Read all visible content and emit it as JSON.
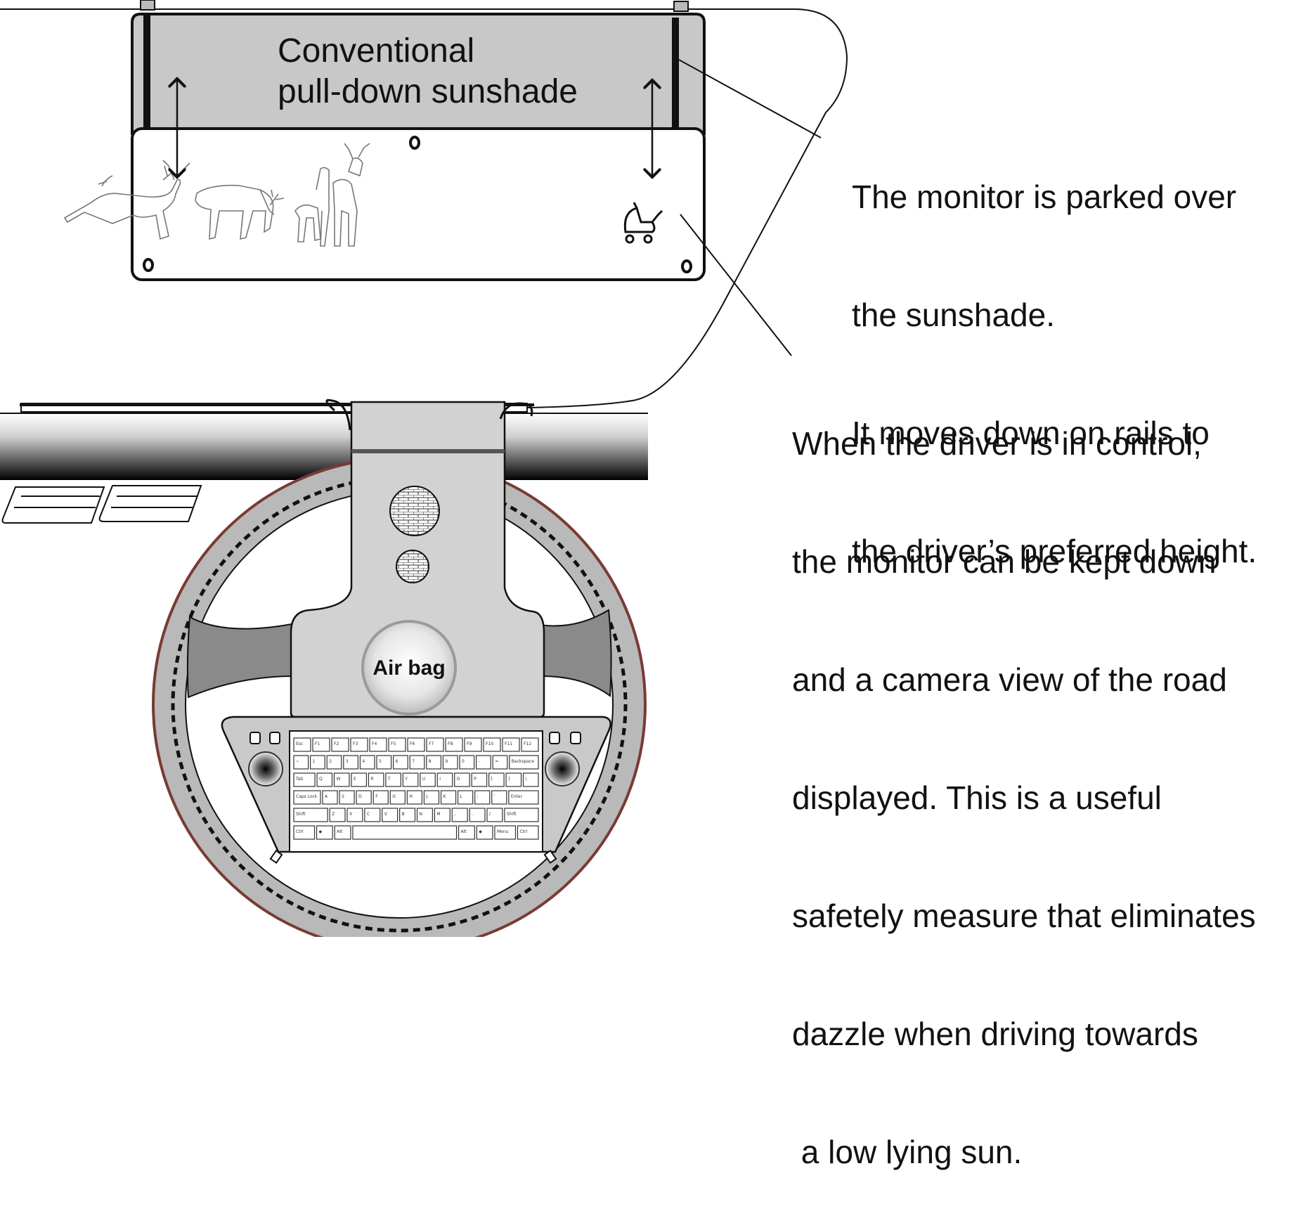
{
  "sunshade": {
    "label_lines": [
      "Conventional",
      "pull-down sunshade"
    ]
  },
  "annotations": {
    "parked": {
      "lines": [
        "The monitor is parked over",
        "the sunshade.",
        "It moves down on rails to",
        "the driver’s preferred height."
      ]
    },
    "control": {
      "lines": [
        "When the driver is in control,",
        "the monitor can be kept down",
        "and a camera view of the road",
        "displayed. This is a useful",
        "safetely measure that eliminates",
        "dazzle when driving towards",
        " a low lying sun."
      ]
    }
  },
  "steering": {
    "airbag_label": "Air bag"
  },
  "keyboard": {
    "rows": [
      [
        "Esc",
        "F1",
        "F2",
        "F3",
        "F4",
        "F5",
        "F6",
        "F7",
        "F8",
        "F9",
        "F10",
        "F11",
        "F12"
      ],
      [
        "~",
        "1",
        "2",
        "3",
        "4",
        "5",
        "6",
        "7",
        "8",
        "9",
        "0",
        "-",
        "=",
        "Backspace"
      ],
      [
        "Tab",
        "Q",
        "W",
        "E",
        "R",
        "T",
        "Y",
        "U",
        "I",
        "O",
        "P",
        "[",
        "]",
        "\\"
      ],
      [
        "Caps Lock",
        "A",
        "S",
        "D",
        "F",
        "G",
        "H",
        "J",
        "K",
        "L",
        ";",
        "'",
        "Enter"
      ],
      [
        "Shift",
        "Z",
        "X",
        "C",
        "V",
        "B",
        "N",
        "M",
        ",",
        ".",
        "/",
        "Shift"
      ],
      [
        "Ctrl",
        "◆",
        "Alt",
        "",
        "Alt",
        "◆",
        "Menu",
        "Ctrl"
      ]
    ]
  },
  "colors": {
    "sunshade_fill": "#c8c8c8",
    "wheel_rim": "#7a3a34",
    "wheel_grey": "#b9b9b9",
    "stalk_grey": "#d2d2d2"
  },
  "icons": [
    "deer-herd-illustration",
    "pram-icon",
    "speaker-grille-icon",
    "trackball-icon"
  ]
}
